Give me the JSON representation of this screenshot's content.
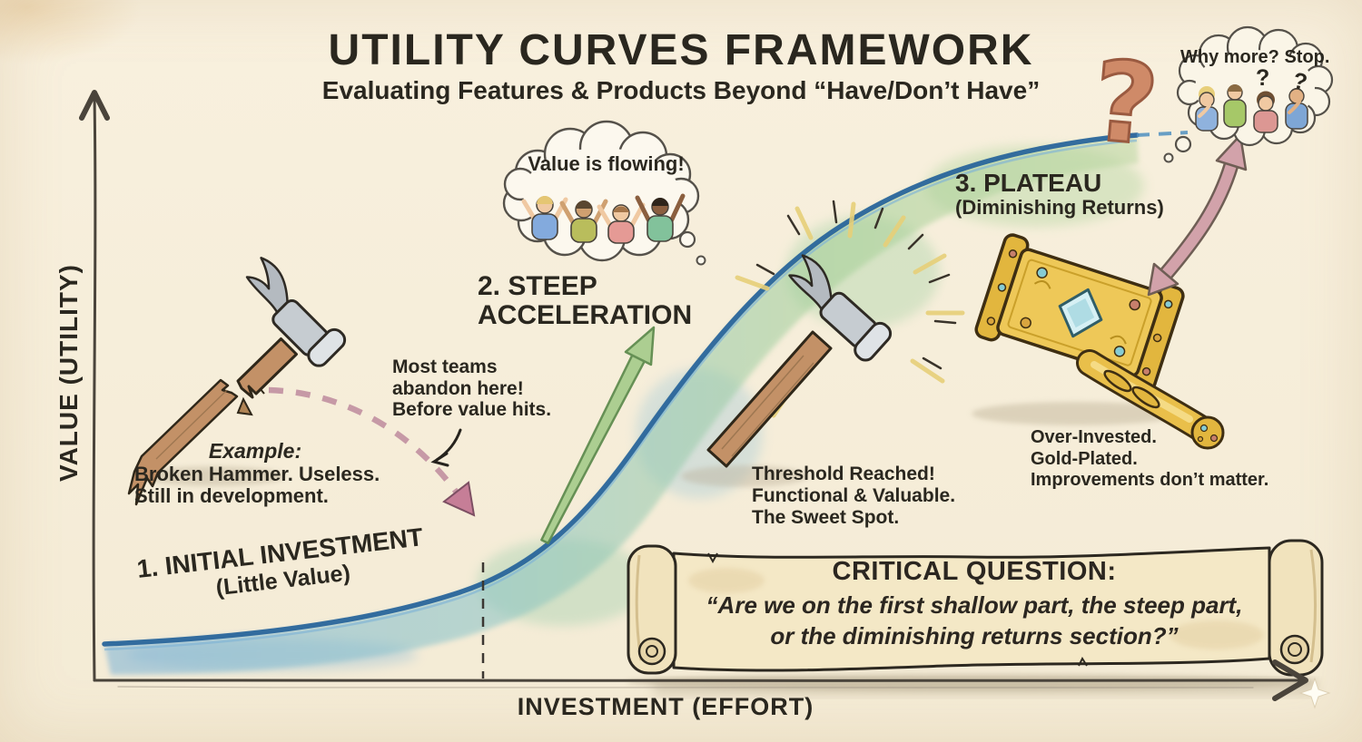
{
  "title": "UTILITY CURVES FRAMEWORK",
  "subtitle": "Evaluating Features & Products Beyond “Have/Don’t Have”",
  "axes": {
    "y": "VALUE (UTILITY)",
    "x": "INVESTMENT (EFFORT)"
  },
  "stage1": {
    "label": "1. INITIAL INVESTMENT",
    "sublabel": "(Little Value)",
    "example_heading": "Example:",
    "example_line1": "Broken Hammer. Useless.",
    "example_line2": "Still in development."
  },
  "stage2": {
    "label_line1": "2. STEEP",
    "label_line2": "ACCELERATION",
    "note_line1": "Most teams",
    "note_line2": "abandon here!",
    "note_line3": "Before value hits.",
    "bubble": "Value is flowing!"
  },
  "threshold": {
    "line1": "Threshold Reached!",
    "line2": "Functional & Valuable.",
    "line3": "The Sweet Spot."
  },
  "stage3": {
    "label": "3. PLATEAU",
    "sublabel": "(Diminishing Returns)",
    "note_line1": "Over-Invested.",
    "note_line2": "Gold-Plated.",
    "note_line3": "Improvements don’t matter.",
    "bubble": "Why more? Stop.",
    "bubble_q1": "?",
    "bubble_q2": "?",
    "big_question_mark": "?"
  },
  "scroll": {
    "heading": "CRITICAL QUESTION:",
    "quote_line1": "“Are we on the first shallow part, the steep part,",
    "quote_line2": "or the diminishing returns section?”"
  },
  "colors": {
    "paper": "#f7efdc",
    "ink": "#2a271f",
    "curve_blue": "#29659b",
    "wash_blue": "#7fb6d9",
    "wash_green": "#a6cf92",
    "arrow_green": "#a9cd8e",
    "arrow_pink": "#c67e97",
    "gold": "#eec858",
    "question_salmon": "#cf8a68"
  }
}
